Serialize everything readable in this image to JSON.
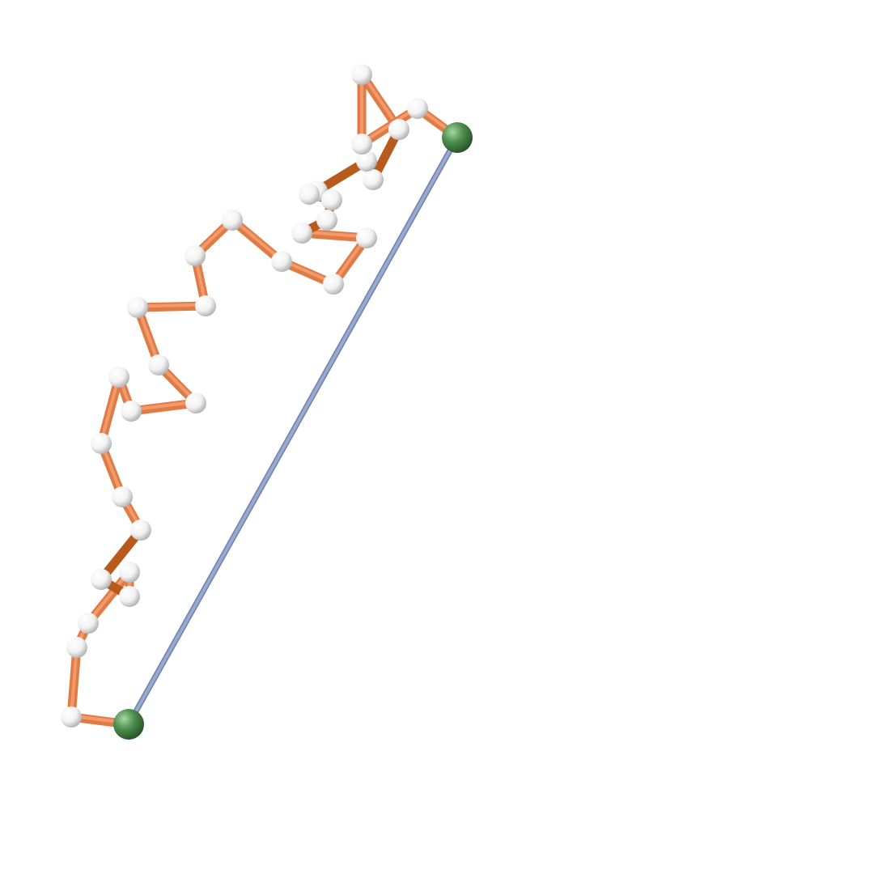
{
  "diagram": {
    "type": "3d-chain-polymer",
    "background_color": "#ffffff",
    "colors": {
      "bond_light": "#f29a6c",
      "bond_mid": "#e07b45",
      "bond_dark": "#b85a1c",
      "end_to_end_vector": "#9aa9cf",
      "end_to_end_vector_dark": "#6f7fa8",
      "bead": "#ffffff",
      "bead_shade": "#b8b8b8",
      "end_bead": "#4e8f4e",
      "end_bead_highlight": "#9fd09f",
      "end_bead_shade": "#2f5f2f"
    },
    "icons": {
      "bead": "white-sphere-icon",
      "end_bead": "green-sphere-icon"
    },
    "bead_count": 34,
    "end_bead_count": 2,
    "has_end_to_end_vector": true
  }
}
